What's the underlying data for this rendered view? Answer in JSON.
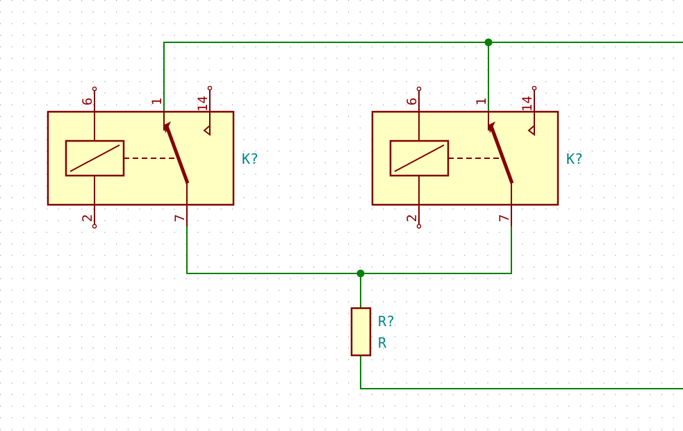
{
  "schematic": {
    "colors": {
      "background": "#ffffff",
      "grid_dot": "#a9a9a9",
      "wire": "#008000",
      "junction": "#008000",
      "component_outline": "#800000",
      "component_fill": "#ffffc2",
      "contact": "#840000",
      "pin_text": "#8b0000",
      "reference_text": "#008787"
    },
    "relays": [
      {
        "reference": "K?",
        "pins": {
          "coil_top": "6",
          "coil_bottom": "2",
          "common": "1",
          "no_contact": "14",
          "switch": "7"
        }
      },
      {
        "reference": "K?",
        "pins": {
          "coil_top": "6",
          "coil_bottom": "2",
          "common": "1",
          "no_contact": "14",
          "switch": "7"
        }
      }
    ],
    "resistor": {
      "reference": "R?",
      "value": "R"
    },
    "junction_count": 2
  }
}
